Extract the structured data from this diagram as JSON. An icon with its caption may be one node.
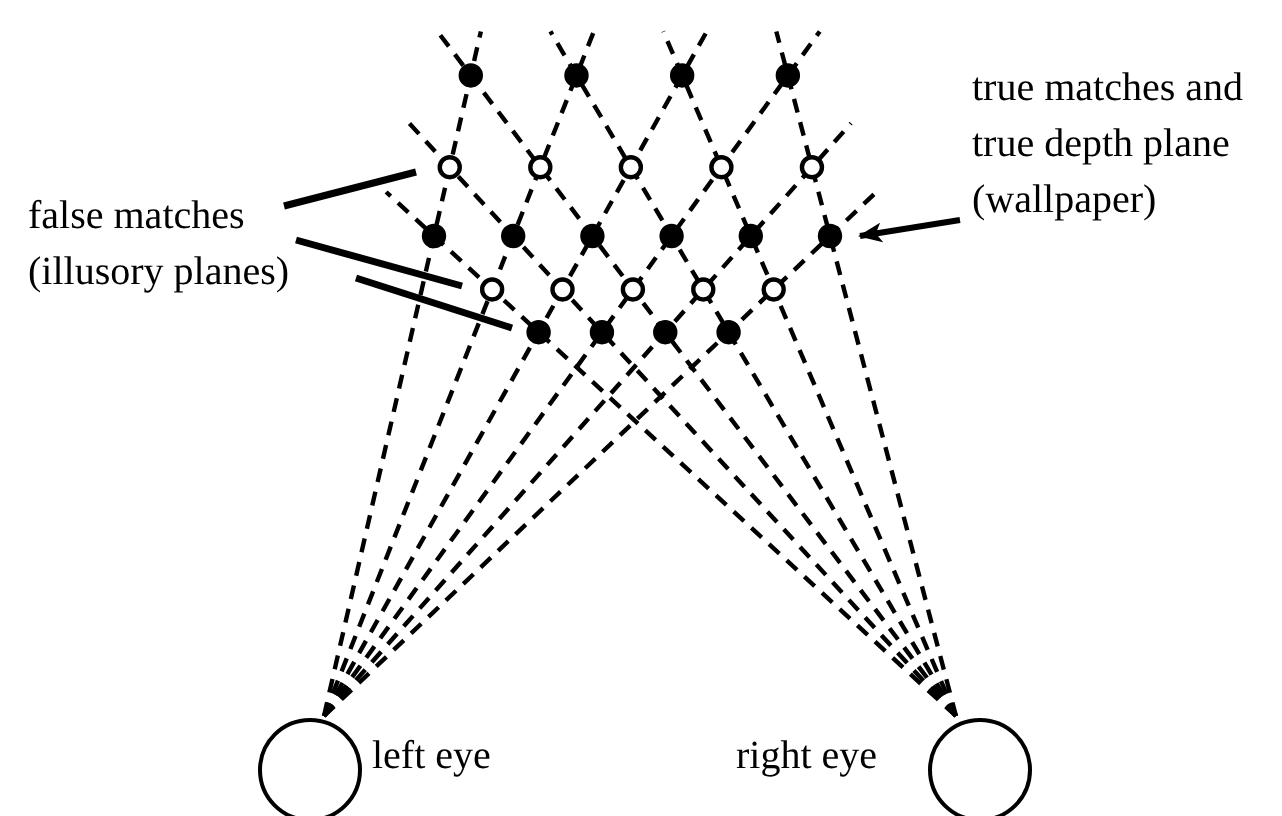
{
  "diagram": {
    "nodes": [
      {
        "text": [
          "false matches (illusory planes)"
        ]
      },
      {
        "text": [
          "true matches and true depth plane (wallpaper)"
        ]
      },
      {
        "text": [],
        "shape": "circle",
        "beside": [
          "left eye"
        ]
      },
      {
        "text": [],
        "shape": "circle",
        "beside": [
          "right eye"
        ]
      }
    ],
    "edges": [
      {
        "from": 0,
        "to": null,
        "arrow": "none"
      },
      {
        "from": 0,
        "to": null,
        "arrow": "none"
      },
      {
        "from": 0,
        "to": null,
        "arrow": "none"
      },
      {
        "from": 1,
        "to": null,
        "arrow": "to"
      }
    ]
  }
}
